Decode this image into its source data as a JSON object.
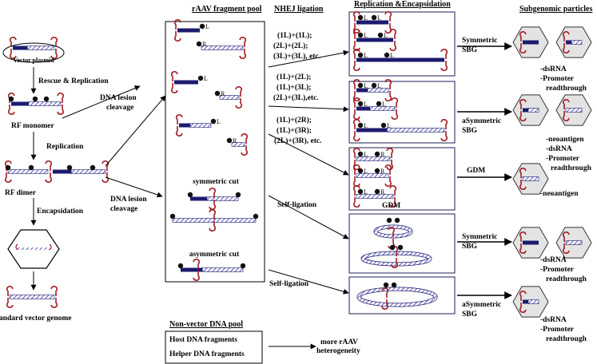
{
  "colors": {
    "itr_red": "#a31d24",
    "dark_blue": "#1d1b6e",
    "stripe_blue": "#7a7ac9",
    "hexagon_fill": "#e3e3e3",
    "box_border": "#1f1f5a"
  },
  "left_column": {
    "vector_plasmid": "Vector plasmid",
    "rescue_replication": "Rescue & Replication",
    "rf_monomer": "RF monomer",
    "replication": "Replication",
    "rf_dimer": "RF dimer",
    "encapsidation": "Encapsidation",
    "standard_genome": "Standard vector genome"
  },
  "lesion_labels": {
    "top_line1": "DNA lesion",
    "top_line2": "cleavage",
    "bottom_line1": "DNA lesion",
    "bottom_line2": "cleavage"
  },
  "fragment_pool": {
    "title": "rAAV fragment pool",
    "tags": [
      "L",
      "R",
      "L",
      "R",
      "L",
      "R"
    ],
    "symmetric_cut": "symmetric cut",
    "asymmetric_cut": "asymmetric cut"
  },
  "nhej": {
    "title": "NHEJ ligation",
    "group1": [
      "(1L)+(1L);",
      "(2L)+(2L);",
      "(3L)+(3L), etc."
    ],
    "group2": [
      "(1L)+(2L);",
      "(1L)+(3L);",
      "(2L)+(3L),etc."
    ],
    "group3": [
      "(1L)+(2R);",
      "(1L)+(3R);",
      "(2L)+(3R), etc."
    ],
    "self_ligation_1": "Self-ligation",
    "self_ligation_2": "Self-ligation"
  },
  "replication_column": {
    "title": "Replication &Encapsidation",
    "gdm_box_label": "GDM"
  },
  "sbg_labels": {
    "sym1_a": "Symmetric",
    "sym1_b": "SBG",
    "asym1_a": "aSymmetric",
    "asym1_b": "SBG",
    "gdm": "GDM",
    "sym2_a": "Symmetric",
    "sym2_b": "SBG",
    "asym2_a": "aSymmetric",
    "asym2_b": "SBG"
  },
  "subgenomic": {
    "title": "Subgenomic particles",
    "desc1": [
      "-dsRNA",
      "-Promoter",
      "readthrough"
    ],
    "desc2": [
      "-neoantigen",
      "-dsRNA",
      "-Promoter",
      "readthrough"
    ],
    "desc3": [
      "-neoantigen"
    ],
    "desc4": [
      "-dsRNA",
      "-Promoter",
      "readthrough"
    ],
    "desc5": [
      "-dsRNA",
      "-Promoter",
      "readthrough"
    ]
  },
  "non_vector": {
    "title": "Non-vector DNA pool",
    "host": "Host DNA fragments",
    "helper": "Helper DNA fragments",
    "more_line1": "more rAAV",
    "more_line2": "heterogeneity"
  }
}
